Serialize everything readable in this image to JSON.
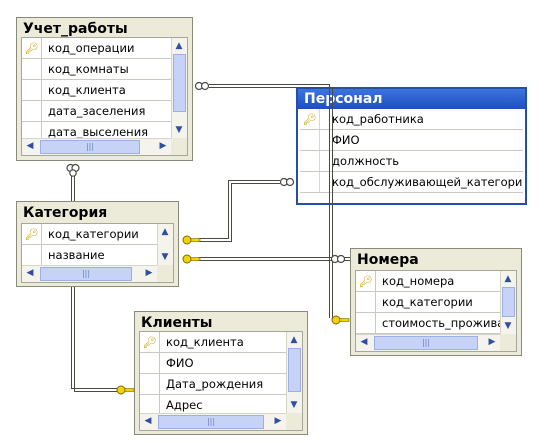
{
  "tables": {
    "uchet": {
      "title": "Учет_работы",
      "fields": [
        "код_операции",
        "код_комнаты",
        "код_клиента",
        "дата_заселения",
        "дата_выселения"
      ]
    },
    "personal": {
      "title": "Персонал",
      "fields": [
        "код_работника",
        "ФИО",
        "должность",
        "код_обслуживающей_категории"
      ]
    },
    "kategoriya": {
      "title": "Категория",
      "fields": [
        "код_категории",
        "название"
      ]
    },
    "nomera": {
      "title": "Номера",
      "fields": [
        "код_номера",
        "код_категории",
        "стоимость_прожива..."
      ]
    },
    "klienty": {
      "title": "Клиенты",
      "fields": [
        "код_клиента",
        "ФИО",
        "Дата_рождения",
        "Адрес"
      ]
    }
  },
  "icons": {
    "primary_key": "key-icon",
    "scroll_up": "arrow-up-icon",
    "scroll_down": "arrow-down-icon",
    "scroll_left": "arrow-left-icon",
    "scroll_right": "arrow-right-icon"
  },
  "colors": {
    "canvas": "#ffffff",
    "table_frame": "#ecead8",
    "selected_title": "#2e63cf",
    "relationship_line": "#4a4a40",
    "key_symbol": "#e8c400"
  }
}
